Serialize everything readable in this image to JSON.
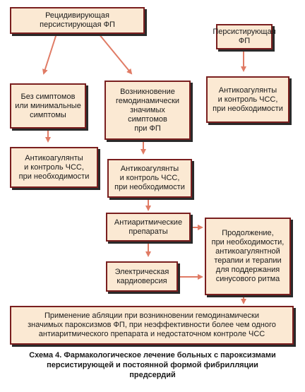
{
  "colors": {
    "box_fill": "#fbe9d3",
    "box_border": "#7a1f1f",
    "arrow": "#e07b65"
  },
  "boxes": {
    "recurrent": "Рецидивирующая\nперсистирующая  ФП",
    "persistent": "Персистирующая\nФП",
    "no_symptoms": "Без симптомов\nили минимальные\nсимптомы",
    "hemo": "Возникновение\nгемодинамически\nзначимых\nсимптомов\nпри ФП",
    "anticoag_right": "Антикоагулянты\nи контроль ЧСС,\nпри необходимости",
    "anticoag_left": "Антикоагулянты\nи контроль ЧСС,\nпри необходимости",
    "anticoag_mid": "Антикоагулянты\nи контроль ЧСС,\nпри необходимости",
    "antiarrhythmic": "Антиаритмические\nпрепараты",
    "continuation": "Продолжение,\nпри необходимости,\nантикоагулянтной\nтерапии и терапии\nдля поддержания\nсинусового ритма",
    "cardioversion": "Электрическая\nкардиоверсия",
    "ablation": "Применение абляции при возникновении гемодинамически\nзначимых пароксизмов ФП, при неэффективности более чем одного\nантиаритмического препарата и недостаточном контроле ЧСС"
  },
  "caption": "Схема 4. Фармакологическое лечение больных с пароксизмами\nперсистирующей и постоянной формой фибрилляции\nпредсердий"
}
